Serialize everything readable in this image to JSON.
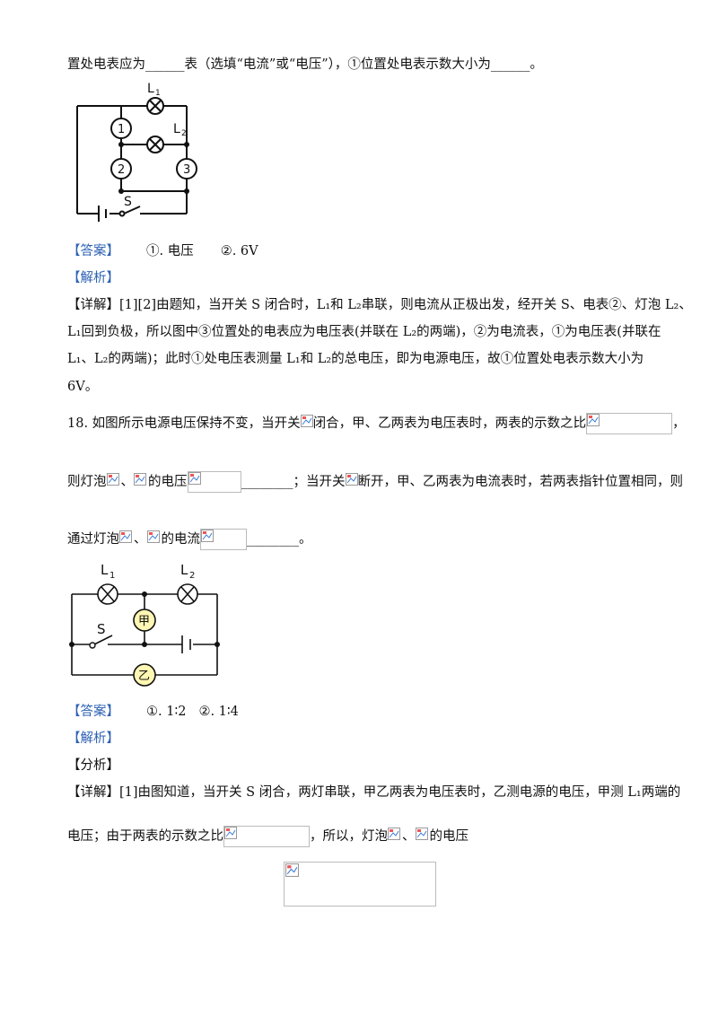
{
  "p17": {
    "line1": "置处电表应为______表（选填“电流”或“电压”），①位置处电表示数大小为______。",
    "fig_labels": {
      "l1": "L",
      "l1sub": "1",
      "l2": "L",
      "l2sub": "2",
      "m1": "1",
      "m2": "2",
      "m3": "3",
      "s": "S"
    },
    "answer_tag": "【答案】",
    "answer_1": "①. 电压",
    "answer_2": "②. 6V",
    "analysis_tag": "【解析】",
    "detail_l1": "【详解】[1][2]由题知，当开关 S 闭合时，L₁和 L₂串联，则电流从正极出发，经开关 S、电表②、灯泡 L₂、",
    "detail_l2": "L₁回到负极，所以图中③位置处的电表应为电压表(并联在 L₂的两端)，②为电流表，①为电压表(并联在",
    "detail_l3": "L₁、L₂的两端)；此时①处电压表测量 L₁和   L₂的总电压，即为电源电压，故①位置处电表示数大小为",
    "detail_l4": "6V。"
  },
  "p18": {
    "q_a": "18. 如图所示电源电压保持不变，当开关",
    "q_b": "闭合，甲、乙两表为电压表时，两表的示数之比",
    "q_c": "，",
    "q2_a": "则灯泡",
    "q2_b": "、",
    "q2_c": "的电压",
    "q2_d": "________；当开关",
    "q2_e": "断开，甲、乙两表为电流表时，若两表指针位置相同，则",
    "q3_a": "通过灯泡",
    "q3_b": "、",
    "q3_c": "的电流",
    "q3_d": "________。",
    "fig_labels": {
      "l1": "L",
      "l1sub": "1",
      "l2": "L",
      "l2sub": "2",
      "s": "S",
      "jia": "甲",
      "yi": "乙"
    },
    "answer_tag": "【答案】",
    "answer_1": "①. 1∶2",
    "answer_2": "②. 1∶4",
    "analysis_tag": "【解析】",
    "fenxi_tag": "【分析】",
    "detail_a": "【详解】[1]由图知道，当开关 S 闭合，两灯串联，甲乙两表为电压表时，乙测电源的电压，甲测 L₁两端的",
    "detail_b1": "电压；由于两表的示数之比",
    "detail_b2": "，所以，灯泡",
    "detail_b3": "、",
    "detail_b4": "的电压"
  }
}
